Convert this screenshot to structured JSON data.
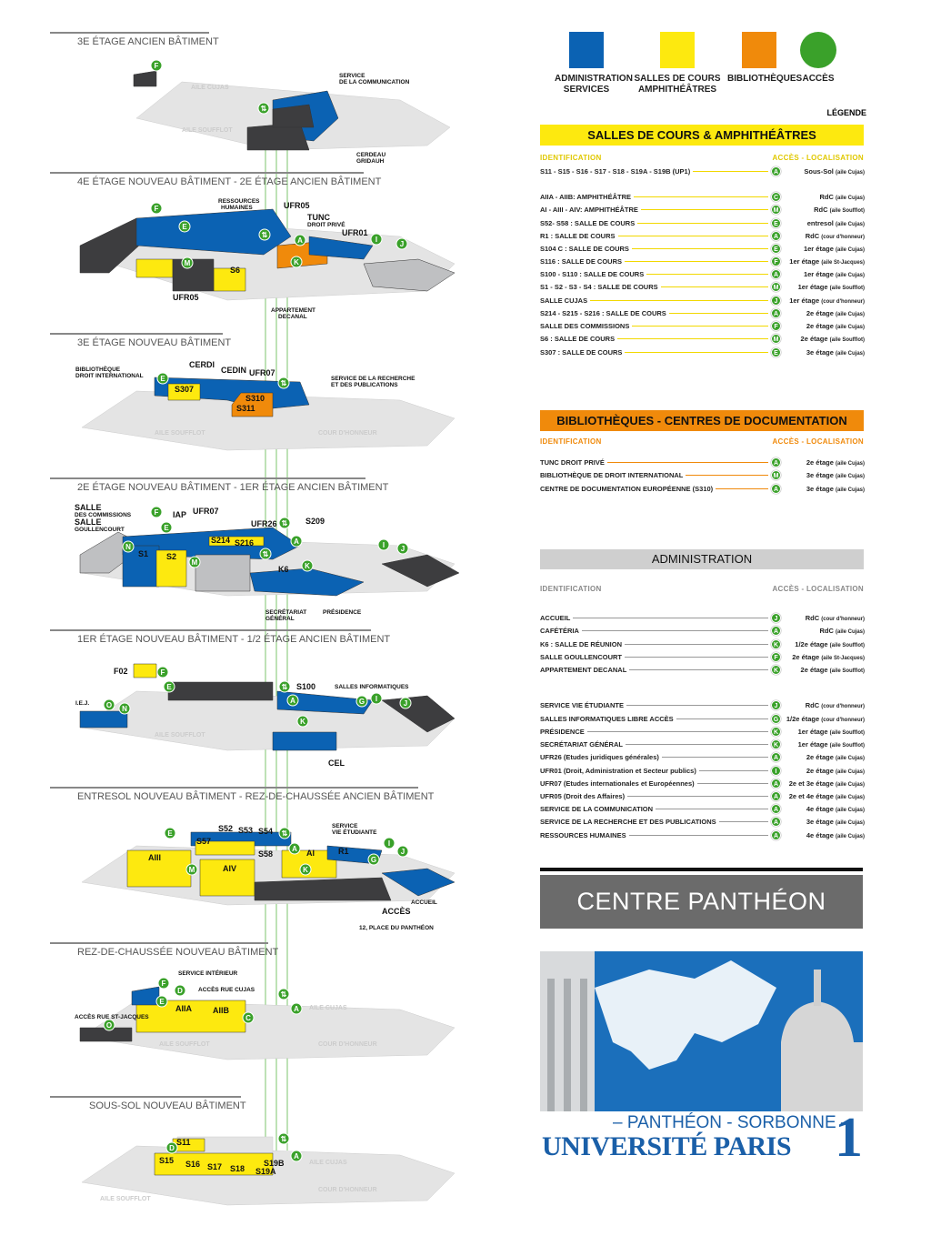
{
  "legend": {
    "items": [
      {
        "label": "ADMINISTRATION\nSERVICES",
        "color": "#0b62b3"
      },
      {
        "label": "SALLES DE COURS\nAMPHITHÉÂTRES",
        "color": "#fde90f"
      },
      {
        "label": "BIBLIOTHÈQUES",
        "color": "#f08a0b"
      },
      {
        "label": "ACCÈS",
        "color": "#3aa12a"
      }
    ],
    "title": "LÉGENDE"
  },
  "cours": {
    "title": "SALLES DE COURS & AMPHITHÉÂTRES",
    "id_label": "IDENTIFICATION",
    "acc_label": "ACCÈS - LOCALISATION",
    "rows": [
      {
        "label": "S11 - S15 - S16 - S17 - S18 - S19A - S19B (UP1)",
        "acc": "A",
        "loc": "Sous-Sol",
        "wing": "(aile Cujas)"
      },
      {
        "label": "AIIA - AIIB: AMPHITHÉÂTRE",
        "acc": "C",
        "loc": "RdC",
        "wing": "(aile Cujas)"
      },
      {
        "label": "AI - AIII - AIV: AMPHITHÉÂTRE",
        "acc": "M",
        "loc": "RdC",
        "wing": "(aile Soufflot)"
      },
      {
        "label": "S52- S58 : SALLE DE COURS",
        "acc": "E",
        "loc": "entresol",
        "wing": "(aile Cujas)"
      },
      {
        "label": "R1 : SALLE DE COURS",
        "acc": "A",
        "loc": "RdC",
        "wing": "(cour d'honneur)"
      },
      {
        "label": "S104 C : SALLE DE COURS",
        "acc": "E",
        "loc": "1er étage",
        "wing": "(aile Cujas)"
      },
      {
        "label": "S116 : SALLE DE COURS",
        "acc": "F",
        "loc": "1er étage",
        "wing": "(aile St-Jacques)"
      },
      {
        "label": "S100 - S110 : SALLE DE COURS",
        "acc": "A",
        "loc": "1er étage",
        "wing": "(aile Cujas)"
      },
      {
        "label": "S1 - S2 - S3 - S4 : SALLE DE COURS",
        "acc": "M",
        "loc": "1er étage",
        "wing": "(aile Soufflot)"
      },
      {
        "label": "SALLE CUJAS",
        "acc": "J",
        "loc": "1er étage",
        "wing": "(cour d'honneur)"
      },
      {
        "label": "S214 - S215 - S216 : SALLE DE COURS",
        "acc": "A",
        "loc": "2e étage",
        "wing": "(aile Cujas)"
      },
      {
        "label": "SALLE DES COMMISSIONS",
        "acc": "F",
        "loc": "2e étage",
        "wing": "(aile Cujas)"
      },
      {
        "label": "S6 : SALLE DE COURS",
        "acc": "M",
        "loc": "2e étage",
        "wing": "(aile Soufflot)"
      },
      {
        "label": "S307 : SALLE DE COURS",
        "acc": "E",
        "loc": "3e étage",
        "wing": "(aile Cujas)"
      }
    ]
  },
  "biblio": {
    "title": "BIBLIOTHÈQUES - CENTRES DE DOCUMENTATION",
    "id_label": "IDENTIFICATION",
    "acc_label": "ACCÈS - LOCALISATION",
    "rows": [
      {
        "label": "TUNC DROIT PRIVÉ",
        "acc": "A",
        "loc": "2e étage",
        "wing": "(aile Cujas)"
      },
      {
        "label": "BIBLIOTHÈQUE DE DROIT INTERNATIONAL",
        "acc": "M",
        "loc": "3e étage",
        "wing": "(aile Cujas)"
      },
      {
        "label": "CENTRE DE DOCUMENTATION EUROPÉENNE (S310)",
        "acc": "A",
        "loc": "3e étage",
        "wing": "(aile Cujas)"
      }
    ]
  },
  "admin": {
    "title": "ADMINISTRATION",
    "id_label": "IDENTIFICATION",
    "acc_label": "ACCÈS - LOCALISATION",
    "rows": [
      {
        "label": "ACCUEIL",
        "acc": "J",
        "loc": "RdC",
        "wing": "(cour d'honneur)"
      },
      {
        "label": "CAFÉTÉRIA",
        "acc": "A",
        "loc": "RdC",
        "wing": "(aile Cujas)"
      },
      {
        "label": "K6 : SALLE DE RÉUNION",
        "acc": "K",
        "loc": "1/2e étage",
        "wing": "(aile Soufflot)"
      },
      {
        "label": "SALLE GOULLENCOURT",
        "acc": "F",
        "loc": "2e étage",
        "wing": "(aile St-Jacques)"
      },
      {
        "label": "APPARTEMENT DECANAL",
        "acc": "K",
        "loc": "2e étage",
        "wing": "(aile Soufflot)"
      },
      {
        "label": "SERVICE VIE ÉTUDIANTE",
        "acc": "J",
        "loc": "RdC",
        "wing": "(cour d'honneur)"
      },
      {
        "label": "SALLES INFORMATIQUES LIBRE ACCÈS",
        "acc": "G",
        "loc": "1/2e étage",
        "wing": "(cour d'honneur)"
      },
      {
        "label": "PRÉSIDENCE",
        "acc": "K",
        "loc": "1er étage",
        "wing": "(aile Soufflot)"
      },
      {
        "label": "SECRÉTARIAT GÉNÉRAL",
        "acc": "K",
        "loc": "1er étage",
        "wing": "(aile Soufflot)"
      },
      {
        "label": "UFR26 (Etudes juridiques générales)",
        "acc": "A",
        "loc": "2e étage",
        "wing": "(aile Cujas)"
      },
      {
        "label": "UFR01 (Droit, Administration et Secteur publics)",
        "acc": "I",
        "loc": "2e étage",
        "wing": "(aile Cujas)"
      },
      {
        "label": "UFR07 (Etudes internationales et Européennes)",
        "acc": "A",
        "loc": "2e et 3e étage",
        "wing": "(aile Cujas)"
      },
      {
        "label": "UFR05 (Droit des Affaires)",
        "acc": "A",
        "loc": "2e et 4e étage",
        "wing": "(aile Cujas)"
      },
      {
        "label": "SERVICE DE LA COMMUNICATION",
        "acc": "A",
        "loc": "4e étage",
        "wing": "(aile Cujas)"
      },
      {
        "label": "SERVICE DE LA RECHERCHE ET DES PUBLICATIONS",
        "acc": "A",
        "loc": "3e étage",
        "wing": "(aile Cujas)"
      },
      {
        "label": "RESSOURCES HUMAINES",
        "acc": "A",
        "loc": "4e étage",
        "wing": "(aile Cujas)"
      }
    ]
  },
  "centre": "CENTRE PANTHÉON",
  "university": {
    "line1": "– PANTHÉON - SORBONNE –",
    "line2": "UNIVERSITÉ PARIS",
    "number": "1"
  },
  "floors": [
    {
      "title": "3E ÉTAGE ANCIEN BÂTIMENT",
      "labels": [
        "SERVICE",
        "DE LA COMMUNICATION",
        "CERDEAU",
        "GRIDAUH",
        "AILE CUJAS",
        "AILE SOUFFLOT"
      ],
      "markers": [
        "F",
        "⇅"
      ]
    },
    {
      "title": "4E ÉTAGE NOUVEAU BÂTIMENT - 2E ÉTAGE ANCIEN BÂTIMENT",
      "labels": [
        "RESSOURCES",
        "HUMAINES",
        "UFR05",
        "TUNC",
        "DROIT PRIVÉ",
        "UFR01",
        "S6",
        "UFR05",
        "APPARTEMENT",
        "DECANAL"
      ],
      "markers": [
        "F",
        "E",
        "M",
        "⇅",
        "A",
        "K",
        "I",
        "J"
      ]
    },
    {
      "title": "3E ÉTAGE NOUVEAU BÂTIMENT",
      "labels": [
        "BIBLIOTHÈQUE",
        "DROIT INTERNATIONAL",
        "CERDI",
        "CEDIN",
        "UFR07",
        "SERVICE DE LA RECHERCHE",
        "ET DES PUBLICATIONS",
        "S307",
        "S310",
        "S311",
        "AILE SOUFFLOT",
        "COUR D'HONNEUR"
      ],
      "markers": [
        "E",
        "⇅"
      ]
    },
    {
      "title": "2E ÉTAGE NOUVEAU BÂTIMENT - 1ER ÉTAGE ANCIEN BÂTIMENT",
      "labels": [
        "SALLE",
        "DES COMMISSIONS",
        "SALLE",
        "GOULLENCOURT",
        "IAP",
        "UFR07",
        "UFR26",
        "S209",
        "S214",
        "S216",
        "S1",
        "S2",
        "K6",
        "SECRÉTARIAT",
        "GÉNÉRAL",
        "PRÉSIDENCE"
      ],
      "markers": [
        "F",
        "E",
        "N",
        "M",
        "⇅",
        "⇅",
        "A",
        "K",
        "I",
        "J"
      ]
    },
    {
      "title": "1ER ÉTAGE NOUVEAU BÂTIMENT - 1/2 ÉTAGE ANCIEN BÂTIMENT",
      "labels": [
        "F02",
        "I.E.J.",
        "S100",
        "SALLES INFORMATIQUES",
        "CEL",
        "AILE SOUFFLOT"
      ],
      "markers": [
        "F",
        "E",
        "O",
        "N",
        "⇅",
        "A",
        "G",
        "I",
        "J",
        "K"
      ]
    },
    {
      "title": "ENTRESOL NOUVEAU BÂTIMENT - REZ-DE-CHAUSSÉE ANCIEN BÂTIMENT",
      "labels": [
        "S52",
        "S53",
        "S54",
        "SERVICE",
        "VIE ÉTUDIANTE",
        "S57",
        "S58",
        "AI",
        "R1",
        "AIII",
        "AIV",
        "ACCUEIL",
        "ACCÈS",
        "12, PLACE DU PANTHÉON"
      ],
      "markers": [
        "E",
        "⇅",
        "A",
        "G",
        "I",
        "J",
        "M",
        "K"
      ]
    },
    {
      "title": "REZ-DE-CHAUSSÉE NOUVEAU BÂTIMENT",
      "labels": [
        "SERVICE INTÉRIEUR",
        "ACCÈS RUE CUJAS",
        "ACCÈS RUE ST-JACQUES",
        "AIIA",
        "AIIB",
        "AILE CUJAS",
        "AILE SOUFFLOT",
        "COUR D'HONNEUR"
      ],
      "markers": [
        "F",
        "D",
        "E",
        "C",
        "O",
        "⇅",
        "A"
      ]
    },
    {
      "title": "SOUS-SOL NOUVEAU BÂTIMENT",
      "labels": [
        "S11",
        "S15",
        "S16",
        "S17",
        "S18",
        "S19B",
        "S19A",
        "AILE CUJAS",
        "AILE SOUFFLOT",
        "COUR D'HONNEUR"
      ],
      "markers": [
        "D",
        "⇅",
        "A"
      ]
    }
  ]
}
